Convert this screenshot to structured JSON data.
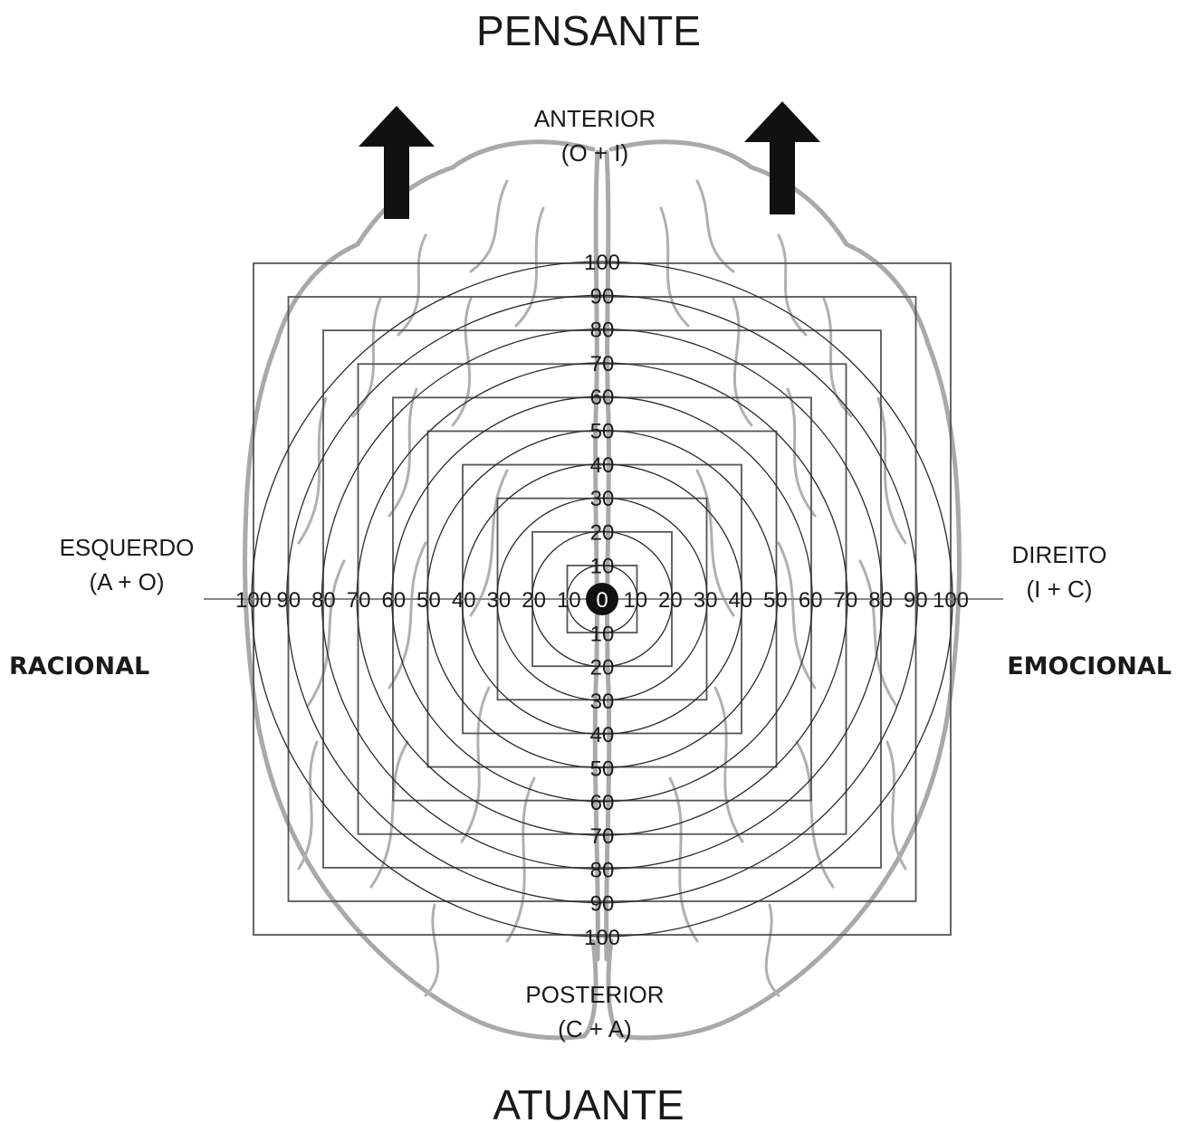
{
  "titles": {
    "top": "PENSANTE",
    "bottom": "ATUANTE",
    "left": "RACIONAL",
    "right": "EMOCIONAL"
  },
  "directions": {
    "anterior": "ANTERIOR",
    "anterior_code": "(O + I)",
    "posterior": "POSTERIOR",
    "posterior_code": "(C + A)",
    "left": "ESQUERDO",
    "left_code": "(A + O)",
    "right": "DIREITO",
    "right_code": "(I + C)"
  },
  "scale": {
    "center": "0",
    "levels": [
      "10",
      "20",
      "30",
      "40",
      "50",
      "60",
      "70",
      "80",
      "90",
      "100"
    ]
  },
  "colors": {
    "ink": "#1a1a1a",
    "brain_outline": "#a9a9a9",
    "rings": "#2a2a2a",
    "squares": "#555555"
  },
  "icons": {
    "arrows": "up-arrow-icon",
    "center": "center-dot-icon"
  }
}
